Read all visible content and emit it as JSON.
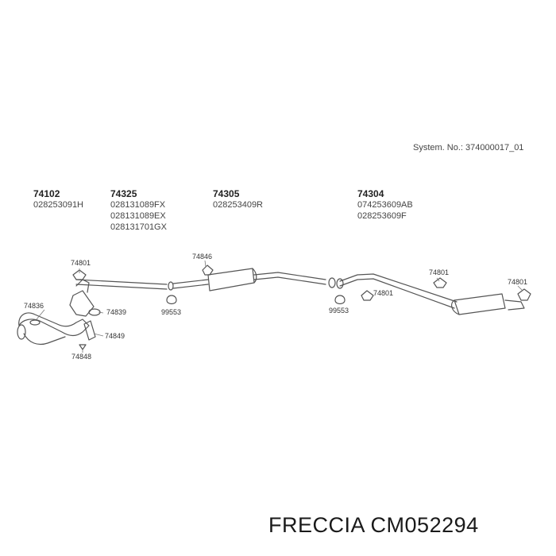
{
  "system_no": "System. No.: 374000017_01",
  "parts": [
    {
      "code": "74102",
      "numbers": [
        "028253091H"
      ]
    },
    {
      "code": "74325",
      "numbers": [
        "028131089FX",
        "028131089EX",
        "028131701GX"
      ]
    },
    {
      "code": "74305",
      "numbers": [
        "028253409R"
      ]
    },
    {
      "code": "74304",
      "numbers": [
        "074253609AB",
        "028253609F"
      ]
    }
  ],
  "callouts": {
    "c74801_a": "74801",
    "c74836": "74836",
    "c74839": "74839",
    "c74849": "74849",
    "c74848": "74848",
    "c74846": "74846",
    "c99553_a": "99553",
    "c99553_b": "99553",
    "c74801_b": "74801",
    "c74801_c": "74801",
    "c74801_d": "74801"
  },
  "footer": {
    "brand": "FRECCIA",
    "part_number": "CM052294"
  }
}
